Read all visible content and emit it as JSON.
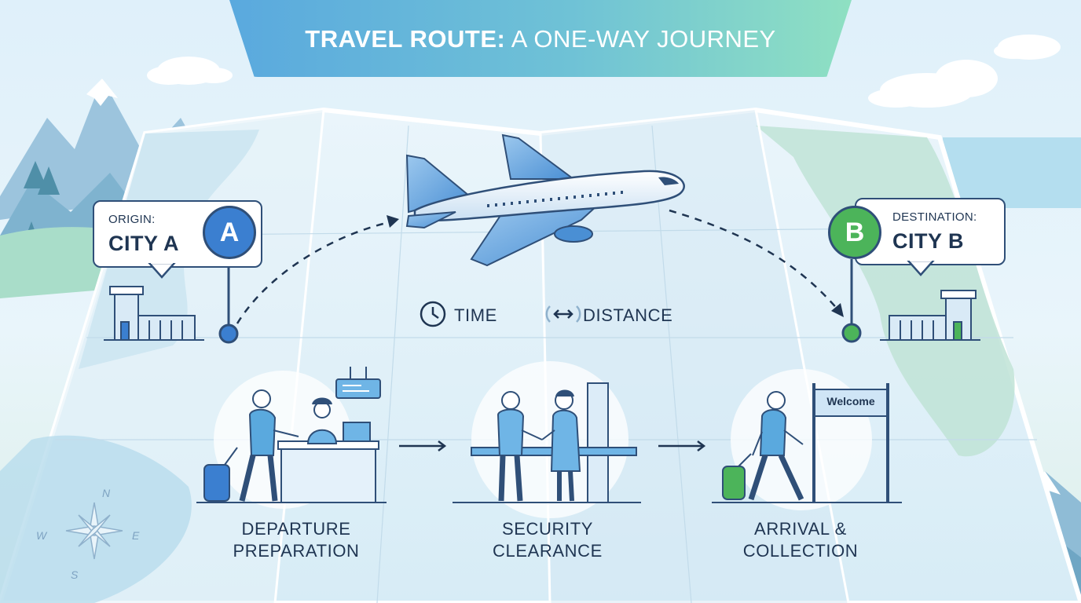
{
  "title": {
    "bold_part": "TRAVEL ROUTE:",
    "regular_part": "A ONE-WAY JOURNEY"
  },
  "origin": {
    "label": "ORIGIN:",
    "city": "CITY A",
    "marker": "A",
    "marker_color": "#3b7fd0"
  },
  "destination": {
    "label": "DESTINATION:",
    "city": "CITY B",
    "marker": "B",
    "marker_color": "#4cb45a"
  },
  "metrics": [
    {
      "icon": "clock-icon",
      "label": "TIME"
    },
    {
      "icon": "double-arrow-icon",
      "label": "DISTANCE"
    }
  ],
  "stages": [
    {
      "line1": "DEPARTURE",
      "line2": "PREPARATION"
    },
    {
      "line1": "SECURITY",
      "line2": "CLEARANCE"
    },
    {
      "line1": "ARRIVAL &",
      "line2": "COLLECTION"
    }
  ],
  "sign_text": "Welcome",
  "compass": {
    "n": "N",
    "e": "E",
    "s": "S",
    "w": "W"
  },
  "colors": {
    "primary_blue": "#3b7fd0",
    "accent_green": "#4cb45a",
    "outline": "#2f4f78"
  }
}
